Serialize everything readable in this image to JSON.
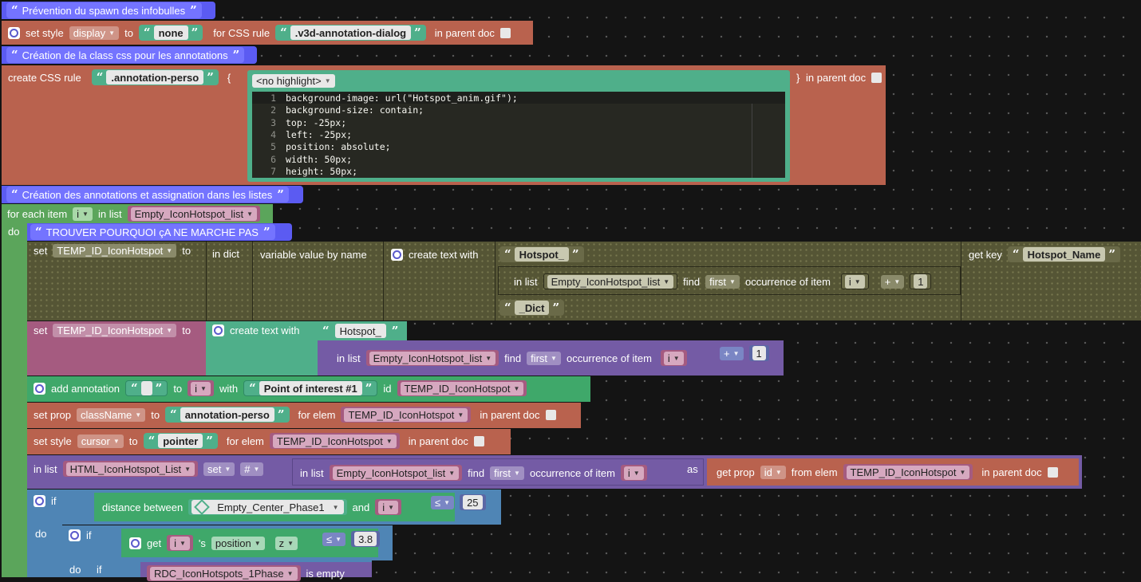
{
  "comments": {
    "c1": "Prévention du spawn des infobulles",
    "c2": "Création de la class css pour les annotations",
    "c3": "Création des annotations et assignation dans les listes",
    "c4": "TROUVER POURQUOI çA NE MARCHE PAS"
  },
  "quote_mark": "“",
  "quote_end": "”",
  "block1": {
    "set_style": "set style",
    "prop": "display",
    "to": "to",
    "value": "none",
    "for_css_rule": "for CSS rule",
    "rule": ".v3d-annotation-dialog",
    "in_parent_doc": "in parent doc"
  },
  "block2": {
    "create_css_rule": "create CSS rule",
    "selector": ".annotation-perso",
    "brace_open": "{",
    "brace_close": "}",
    "highlight": "<no highlight>",
    "in_parent_doc": "in parent doc",
    "code_lines": [
      {
        "n": "1",
        "text": "background-image: url(\"Hotspot_anim.gif\");"
      },
      {
        "n": "2",
        "text": "background-size: contain;"
      },
      {
        "n": "3",
        "text": "top: -25px;"
      },
      {
        "n": "4",
        "text": "left: -25px;"
      },
      {
        "n": "5",
        "text": "position: absolute;"
      },
      {
        "n": "6",
        "text": "width: 50px;"
      },
      {
        "n": "7",
        "text": "height: 50px;"
      }
    ]
  },
  "loop": {
    "for_each_item": "for each item",
    "var": "i",
    "in_list": "in list",
    "list": "Empty_IconHotspot_list",
    "do": "do"
  },
  "set1": {
    "set": "set",
    "var": "TEMP_ID_IconHotspot",
    "to": "to",
    "in_dict": "in dict",
    "variable_value_by_name": "variable value by name",
    "create_text_with": "create text with",
    "text1": "Hotspot_",
    "in_list": "in list",
    "list": "Empty_IconHotspot_list",
    "find": "find",
    "first": "first",
    "occurrence": "occurrence of item",
    "item": "i",
    "op": "+",
    "num": "1",
    "text2": "_Dict",
    "get_key": "get key",
    "key": "Hotspot_Name"
  },
  "set2": {
    "set": "set",
    "var": "TEMP_ID_IconHotspot",
    "to": "to",
    "create_text_with": "create text with",
    "text1": "Hotspot_",
    "in_list": "in list",
    "list": "Empty_IconHotspot_list",
    "find": "find",
    "first": "first",
    "occurrence": "occurrence of item",
    "item": "i",
    "op": "+",
    "num": "1"
  },
  "add_annotation": {
    "label": "add annotation",
    "to": "to",
    "item": "i",
    "with": "with",
    "text": "Point of interest #1",
    "id": "id",
    "idvar": "TEMP_ID_IconHotspot"
  },
  "set_prop": {
    "label": "set prop",
    "prop": "className",
    "to": "to",
    "value": "annotation-perso",
    "for_elem": "for elem",
    "elem": "TEMP_ID_IconHotspot",
    "in_parent_doc": "in parent doc"
  },
  "set_style2": {
    "label": "set style",
    "prop": "cursor",
    "to": "to",
    "value": "pointer",
    "for_elem": "for elem",
    "elem": "TEMP_ID_IconHotspot",
    "in_parent_doc": "in parent doc"
  },
  "list_set": {
    "in_list": "in list",
    "list": "HTML_IconHotspot_List",
    "set": "set",
    "hash": "#",
    "in_list2": "in list",
    "list2": "Empty_IconHotspot_list",
    "find": "find",
    "first": "first",
    "occurrence": "occurrence of item",
    "item": "i",
    "as": "as",
    "get_prop": "get prop",
    "prop": "id",
    "from_elem": "from elem",
    "elem": "TEMP_ID_IconHotspot",
    "in_parent_doc": "in parent doc"
  },
  "if1": {
    "if": "if",
    "distance_between": "distance between",
    "obj": "Empty_Center_Phase1",
    "and": "and",
    "item": "i",
    "op": "≤",
    "num": "25",
    "do": "do"
  },
  "if2": {
    "if": "if",
    "get": "get",
    "item": "i",
    "s": "'s",
    "position": "position",
    "axis": "z",
    "op": "≤",
    "num": "3.8",
    "do": "do"
  },
  "if3": {
    "if": "if",
    "list": "RDC_IconHotspots_1Phase",
    "is_empty": "is empty"
  },
  "colors": {
    "comment": "#5b5bf2",
    "style": "#b9624e",
    "dict": "#555535",
    "var": "#a55b80",
    "text": "#4faf8a",
    "list": "#745ba5",
    "math": "#5b67a5",
    "loop": "#5ba55b",
    "logic": "#4f85b5",
    "annot": "#3fa86a"
  }
}
